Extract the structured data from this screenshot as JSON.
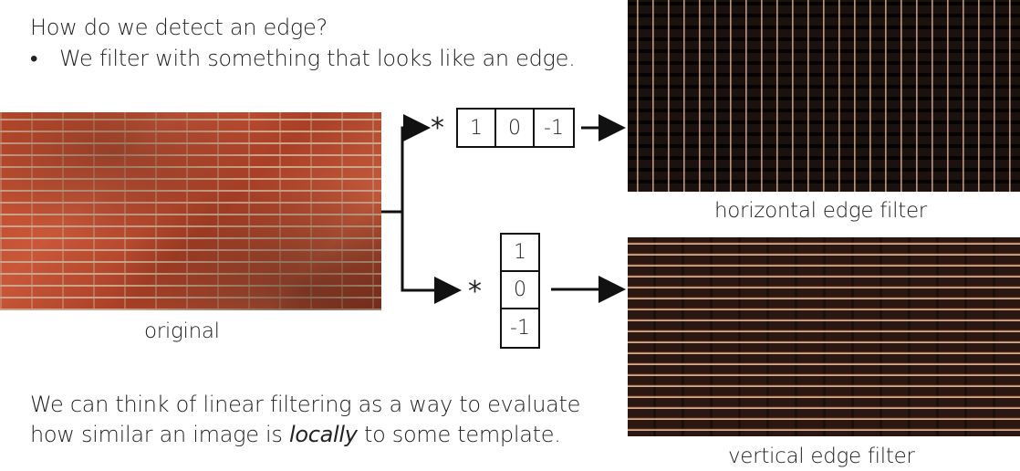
{
  "question": "How do we detect an edge?",
  "bullet": "We filter with something that looks like an edge.",
  "bullet_marker": "•",
  "labels": {
    "original": "original",
    "horizontal": "horizontal edge filter",
    "vertical": "vertical edge filter"
  },
  "operator": "*",
  "kernel_horizontal": [
    "1",
    "0",
    "-1"
  ],
  "kernel_vertical": [
    "1",
    "0",
    "-1"
  ],
  "bottom": {
    "line1": "We can think of linear filtering as a way to evaluate",
    "line2_pre": "how similar an image is ",
    "line2_em": "locally",
    "line2_post": " to some template."
  }
}
